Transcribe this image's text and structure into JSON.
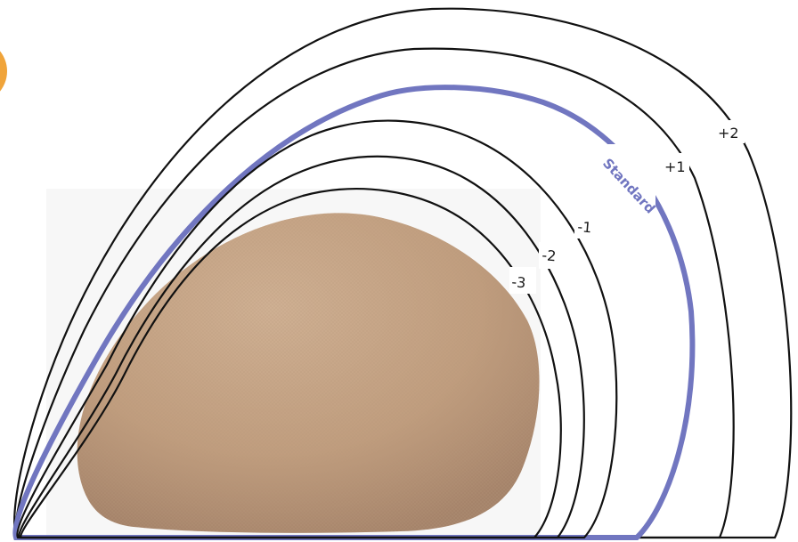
{
  "diagram": {
    "contours": [
      {
        "id": "plus-2",
        "label": "+2",
        "standard": false
      },
      {
        "id": "plus-1",
        "label": "+1",
        "standard": false
      },
      {
        "id": "standard",
        "label": "Standard",
        "standard": true
      },
      {
        "id": "minus-1",
        "label": "-1",
        "standard": false
      },
      {
        "id": "minus-2",
        "label": "-2",
        "standard": false
      },
      {
        "id": "minus-3",
        "label": "-3",
        "standard": false
      }
    ]
  },
  "colors": {
    "standard_contour": "#7176c0",
    "contour_lines": "#111111",
    "prosthesis_fill": "#c4a283",
    "prosthesis_shadow": "#a8876c",
    "accent_circle": "#f0a43a"
  }
}
